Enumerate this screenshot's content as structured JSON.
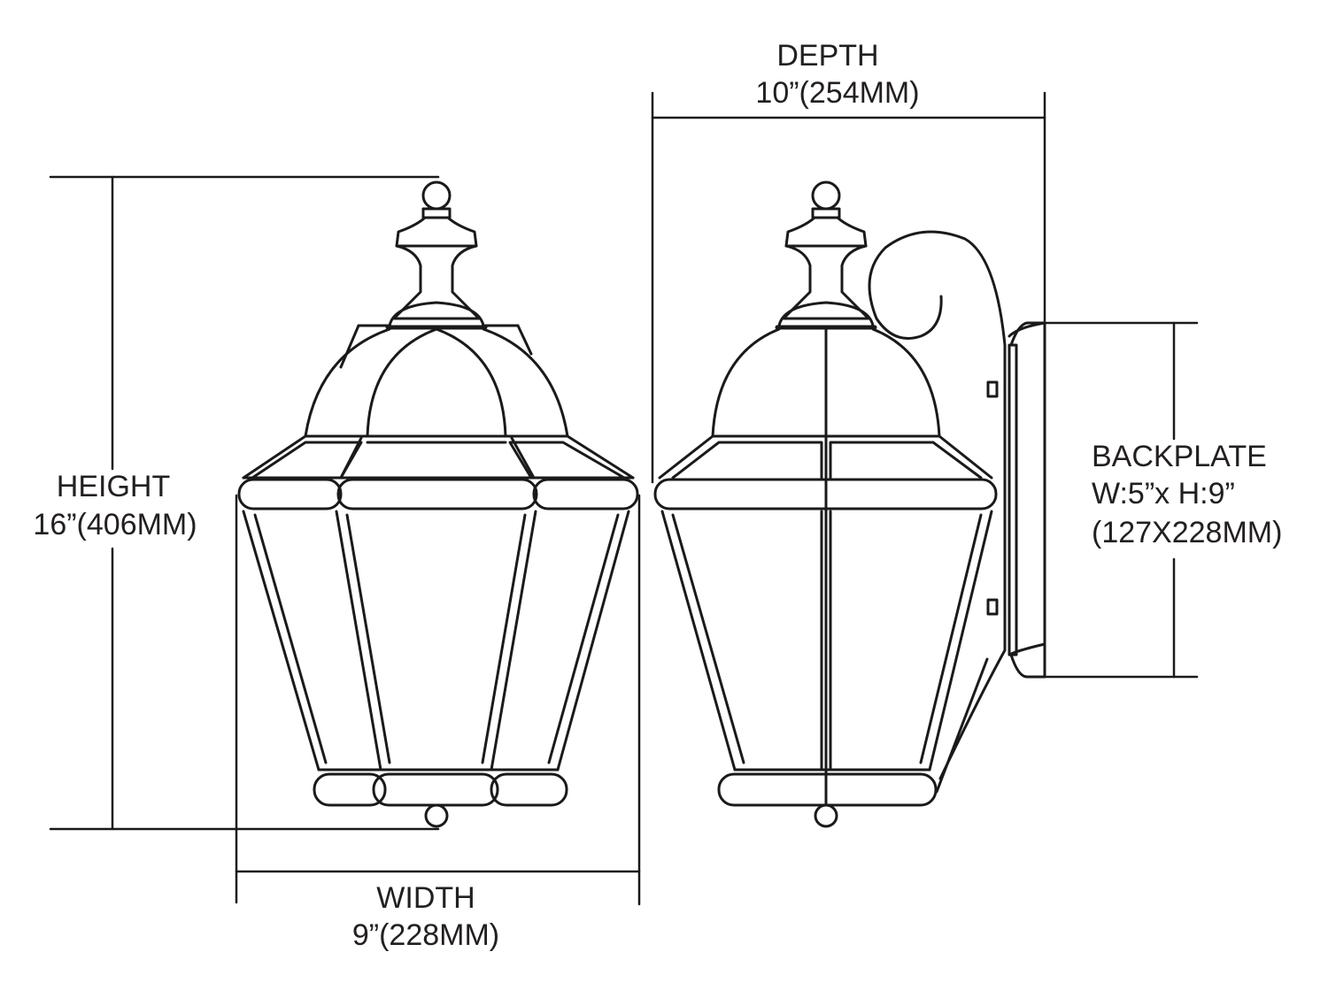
{
  "depth": {
    "label": "DEPTH",
    "value": "10”(254MM)"
  },
  "height": {
    "label": "HEIGHT",
    "value": "16”(406MM)"
  },
  "width": {
    "label": "WIDTH",
    "value": "9”(228MM)"
  },
  "backplate": {
    "label": "BACKPLATE",
    "size": "W:5”x H:9”",
    "metric": "(127X228MM)"
  },
  "colors": {
    "line": "#1a1a1a",
    "background": "#ffffff"
  }
}
